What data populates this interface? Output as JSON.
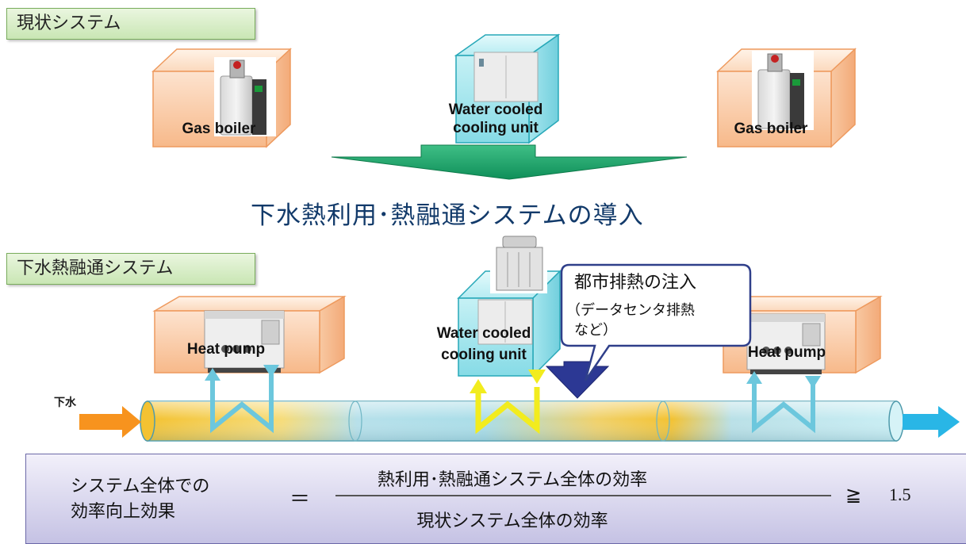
{
  "top_section": {
    "label": "現状システム",
    "left_unit_label": "Gas boiler",
    "center_unit_label_line1": "Water cooled",
    "center_unit_label_line2": "cooling unit",
    "right_unit_label": "Gas boiler"
  },
  "transition_heading": "下水熱利用･熱融通システムの導入",
  "bottom_section": {
    "label": "下水熱融通システム",
    "left_unit_label": "Heat pump",
    "center_unit_label_line1": "Water cooled",
    "center_unit_label_line2": "cooling unit",
    "right_unit_label": "Heat pump",
    "callout_title": "都市排熱の注入",
    "callout_sub_line1": "（データセンタ排熱",
    "callout_sub_line2": "など）",
    "sewage_label": "下水"
  },
  "formula": {
    "lhs_line1": "システム全体での",
    "lhs_line2": "効率向上効果",
    "equals": "＝",
    "numerator": "熱利用･熱融通システム全体の効率",
    "denominator": "現状システム全体の効率",
    "relation": "≧",
    "value": "1.5"
  },
  "colors": {
    "box_orange": "#fbd2b0",
    "box_cyan": "#9ee4ec",
    "arrow_green": "#1aa06a",
    "pipe_warm": "#f2c63a",
    "pipe_cool": "#a9dde8",
    "hot_arrow": "#f2ec1e",
    "cold_arrow": "#6cc7dd",
    "inlet_arrow": "#f7931e",
    "outlet_arrow": "#29b6e6",
    "inject_arrow": "#2c3894",
    "formula_bg": "#d6d4ee"
  },
  "icons": [
    "gas-boiler-image",
    "cooling-unit-image",
    "cooling-tower-image",
    "heat-pump-image"
  ]
}
